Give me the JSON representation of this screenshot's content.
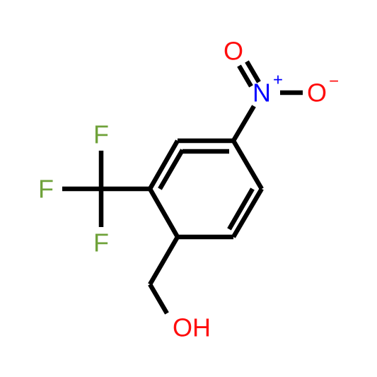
{
  "colors": {
    "bond": "#000000",
    "oxygen": "#ff0d0d",
    "nitrogen": "#0000ff",
    "fluorine": "#6fa23a",
    "background": "#ffffff"
  },
  "atoms": {
    "o_top": {
      "symbol": "O"
    },
    "n_nitro": {
      "symbol": "N",
      "charge": "+"
    },
    "o_right": {
      "symbol": "O",
      "charge": "−"
    },
    "f_top": {
      "symbol": "F"
    },
    "f_left": {
      "symbol": "F"
    },
    "f_bottom": {
      "symbol": "F"
    },
    "oh": {
      "symbol": "OH"
    }
  }
}
